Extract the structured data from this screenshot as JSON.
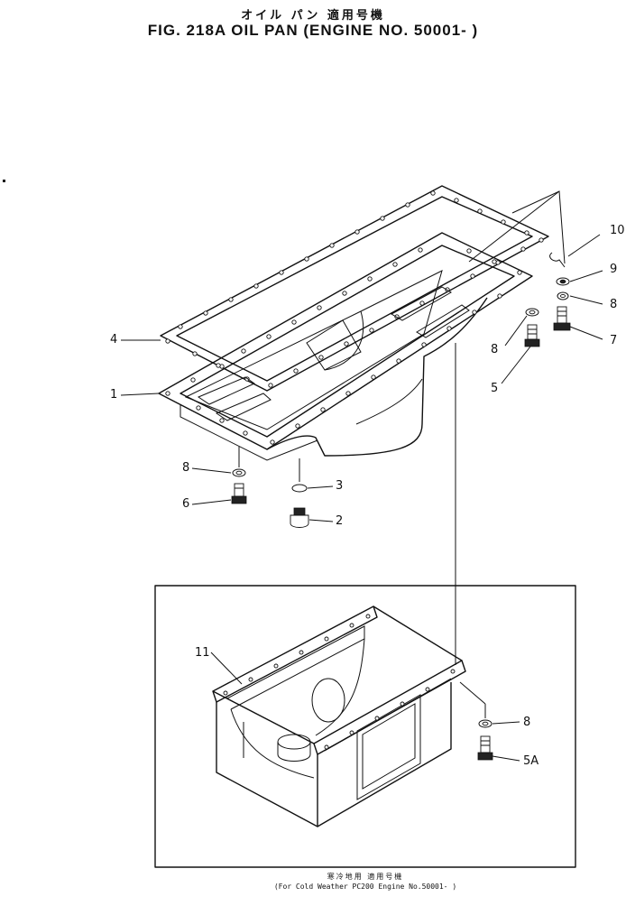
{
  "title": {
    "japanese": "オイル パン 適用号機",
    "main": "FIG. 218A OIL PAN (ENGINE NO. 50001- )"
  },
  "callouts": [
    "10",
    "9",
    "8",
    "7",
    "8",
    "5",
    "4",
    "1",
    "8",
    "6",
    "3",
    "2",
    "11",
    "8",
    "5A"
  ],
  "inset": {
    "caption_jp": "寒冷地用 適用号機",
    "caption_en": "(For Cold Weather PC200 Engine No.50001- )"
  }
}
